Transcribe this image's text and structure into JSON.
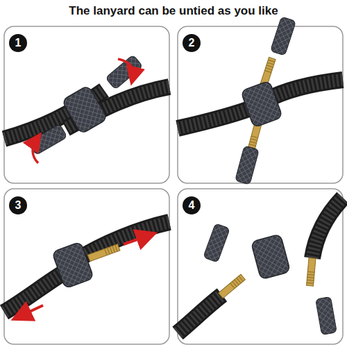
{
  "diagram": {
    "title": "The lanyard can be untied as you like",
    "nodes": [
      {
        "text": [
          "1"
        ]
      },
      {
        "text": [
          "2"
        ]
      },
      {
        "text": [
          "3"
        ]
      },
      {
        "text": [
          "4"
        ]
      }
    ]
  }
}
